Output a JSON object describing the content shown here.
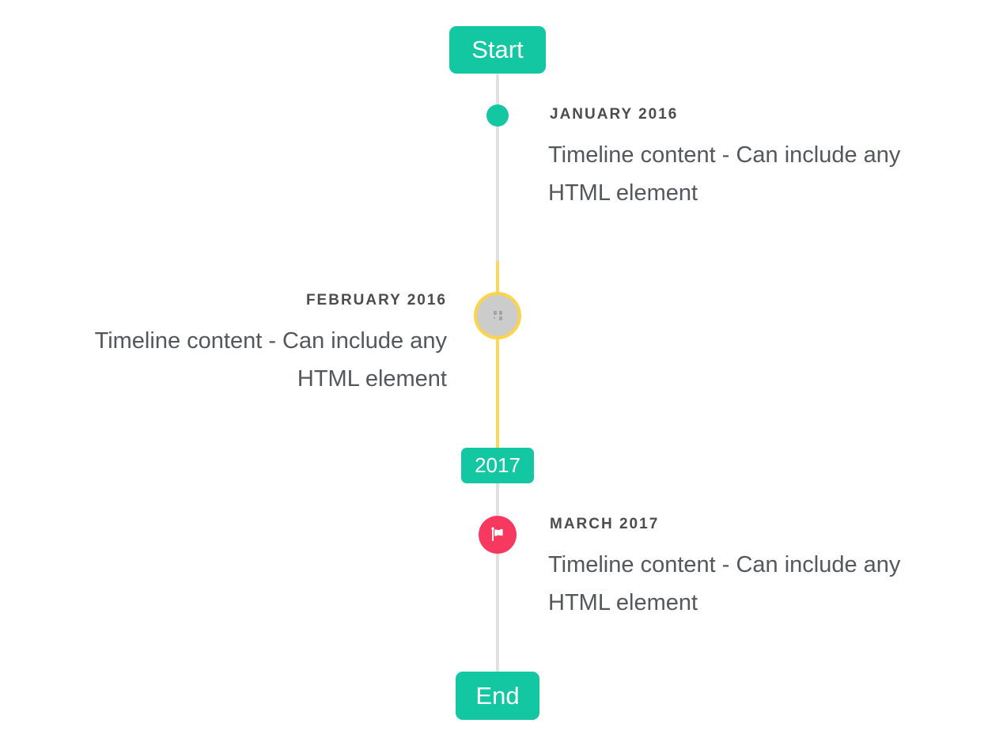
{
  "timeline": {
    "start_label": "Start",
    "end_label": "End",
    "year_badge": "2017",
    "events": [
      {
        "date": "JANUARY 2016",
        "content": "Timeline content - Can include any HTML element",
        "side": "right",
        "marker": "teal-dot"
      },
      {
        "date": "FEBRUARY 2016",
        "content": "Timeline content - Can include any HTML element",
        "side": "left",
        "marker": "gray-circle-yellow-ring-broken-image"
      },
      {
        "date": "MARCH 2017",
        "content": "Timeline content - Can include any HTML element",
        "side": "right",
        "marker": "pink-flag"
      }
    ],
    "highlighted_period_color": "#fcd75b",
    "colors": {
      "accent_teal": "#13c7a3",
      "highlight_yellow": "#fcd75b",
      "marker_ring_yellow": "#fcd449",
      "marker_gray": "#cccccc",
      "marker_pink": "#f8395f",
      "line_gray": "#e0e0e0",
      "date_text": "#4a4c4e",
      "content_text": "#54575b"
    },
    "icons": [
      "flag-icon",
      "broken-image-icon"
    ]
  }
}
